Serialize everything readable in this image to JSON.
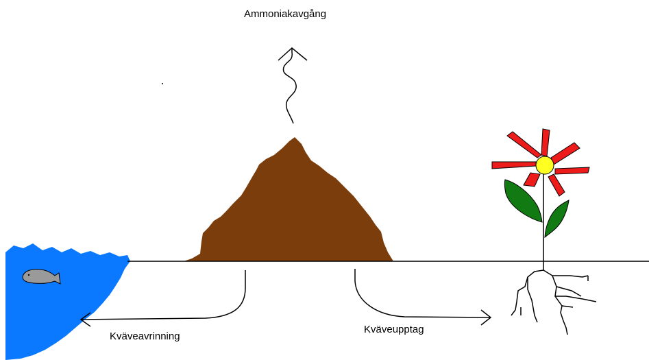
{
  "labels": {
    "ammonia": "Ammoniakavgång",
    "runoff": "Kväveavrinning",
    "uptake": "Kväveupptag"
  },
  "colors": {
    "water": "#0a79ff",
    "manure": "#7a3d0b",
    "petal": "#ee1b1b",
    "flower_center": "#ffff22",
    "leaf": "#127a12",
    "whale": "#9a9a9a",
    "line": "#000000"
  }
}
